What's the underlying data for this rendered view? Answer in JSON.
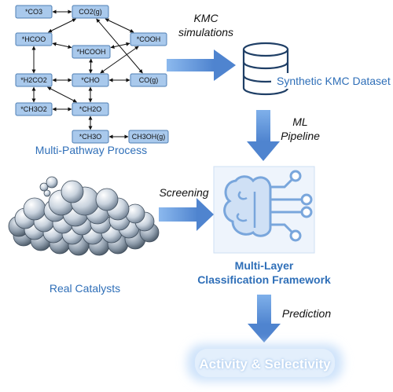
{
  "pathway": {
    "nodes": [
      {
        "id": "co3",
        "label": "*CO3"
      },
      {
        "id": "co2g",
        "label": "CO2(g)"
      },
      {
        "id": "hcoo",
        "label": "*HCOO"
      },
      {
        "id": "cooh",
        "label": "*COOH"
      },
      {
        "id": "hcooh",
        "label": "*HCOOH"
      },
      {
        "id": "h2co2",
        "label": "*H2CO2"
      },
      {
        "id": "cho",
        "label": "*CHO"
      },
      {
        "id": "cog",
        "label": "CO(g)"
      },
      {
        "id": "ch3o2",
        "label": "*CH3O2"
      },
      {
        "id": "ch2o",
        "label": "*CH2O"
      },
      {
        "id": "ch3o",
        "label": "*CH3O"
      },
      {
        "id": "ch3ohg",
        "label": "CH3OH(g)"
      }
    ],
    "edges": [
      [
        "co3",
        "co2g"
      ],
      [
        "co2g",
        "hcoo"
      ],
      [
        "co2g",
        "cooh"
      ],
      [
        "co2g",
        "cog"
      ],
      [
        "hcoo",
        "hcooh"
      ],
      [
        "hcoo",
        "h2co2"
      ],
      [
        "cooh",
        "hcooh"
      ],
      [
        "cooh",
        "cho"
      ],
      [
        "hcooh",
        "cho"
      ],
      [
        "h2co2",
        "cho"
      ],
      [
        "cho",
        "cog"
      ],
      [
        "h2co2",
        "ch3o2"
      ],
      [
        "ch3o2",
        "ch2o"
      ],
      [
        "cho",
        "ch2o"
      ],
      [
        "h2co2",
        "ch2o"
      ],
      [
        "ch2o",
        "ch3o"
      ],
      [
        "ch3o",
        "ch3ohg"
      ]
    ],
    "caption": "Multi-Pathway Process"
  },
  "flow": {
    "kmc_label_line1": "KMC",
    "kmc_label_line2": "simulations",
    "dataset_label": "Synthetic KMC Dataset",
    "ml_label_line1": "ML",
    "ml_label_line2": "Pipeline",
    "screening_label": "Screening",
    "framework_line1": "Multi-Layer",
    "framework_line2": "Classification Framework",
    "prediction_label": "Prediction",
    "result_label": "Activity & Selectivity",
    "catalysts_label": "Real Catalysts"
  },
  "colors": {
    "node_fill": "#a9c9ec",
    "node_stroke": "#4f7fb4",
    "arrow_blue": "#5d8fd6",
    "caption_blue": "#2f6fb8",
    "framework_text": "#2f6fb8",
    "brain_fill": "#cfe0f5",
    "brain_stroke": "#79a6dc",
    "glow": "#d8e9fb"
  }
}
